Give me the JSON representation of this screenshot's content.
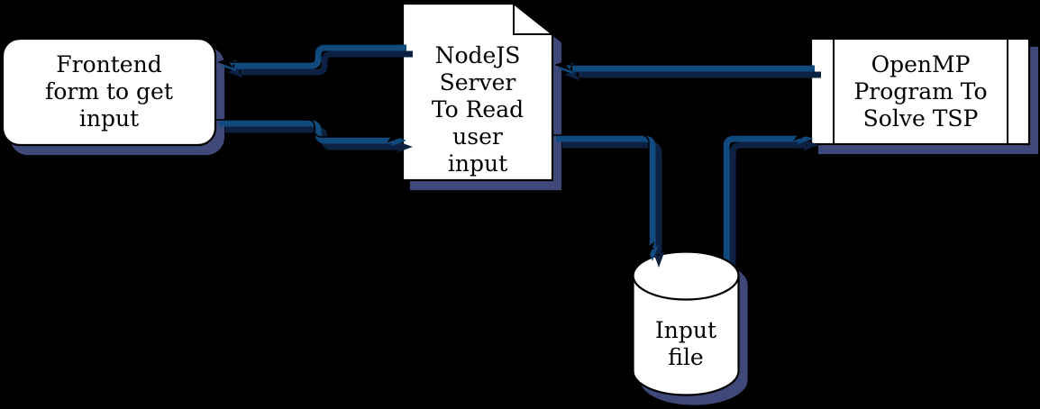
{
  "diagram": {
    "type": "flowchart",
    "colors": {
      "background": "#000000",
      "node_fill": "#ffffff",
      "node_border": "#000000",
      "node_shadow": "#3e4979",
      "edge_line": "#114a7d",
      "edge_shadow": "#0d2143",
      "edge_core_and_arrows": "#000000",
      "text": "#000000"
    },
    "nodes": {
      "frontend": {
        "shape": "rounded-rectangle",
        "lines": [
          "Frontend",
          "form to get",
          "input"
        ]
      },
      "server": {
        "shape": "document",
        "lines": [
          "NodeJS",
          "Server",
          "To Read",
          "user",
          "input"
        ]
      },
      "openmp": {
        "shape": "predefined-process",
        "lines": [
          "OpenMP",
          "Program To",
          "Solve TSP"
        ]
      },
      "input_file": {
        "shape": "cylinder",
        "lines": [
          "Input",
          "file"
        ]
      }
    },
    "edges": [
      {
        "from": "server",
        "to": "frontend"
      },
      {
        "from": "frontend",
        "to": "server"
      },
      {
        "from": "openmp",
        "to": "server"
      },
      {
        "from": "server",
        "to": "input_file"
      },
      {
        "from": "input_file",
        "to": "openmp"
      }
    ]
  }
}
